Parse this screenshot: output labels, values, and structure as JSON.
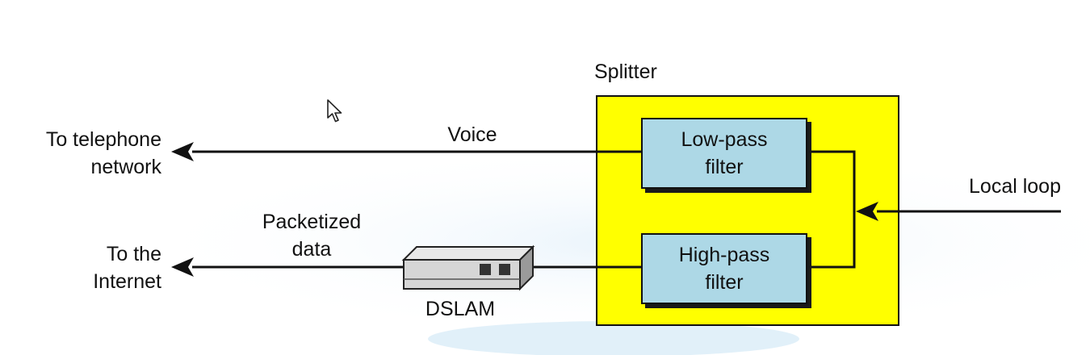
{
  "diagram": {
    "splitter_label": "Splitter",
    "voice_label": "Voice",
    "local_loop_label": "Local loop",
    "telephone_dest": [
      "To telephone",
      "network"
    ],
    "internet_dest": [
      "To the",
      "Internet"
    ],
    "packetized_label": [
      "Packetized",
      "data"
    ],
    "dslam_label": "DSLAM",
    "low_pass_filter": [
      "Low-pass",
      "filter"
    ],
    "high_pass_filter": [
      "High-pass",
      "filter"
    ]
  },
  "colors": {
    "splitter_fill": "#ffff00",
    "filter_fill": "#add8e6",
    "line": "#111111"
  }
}
